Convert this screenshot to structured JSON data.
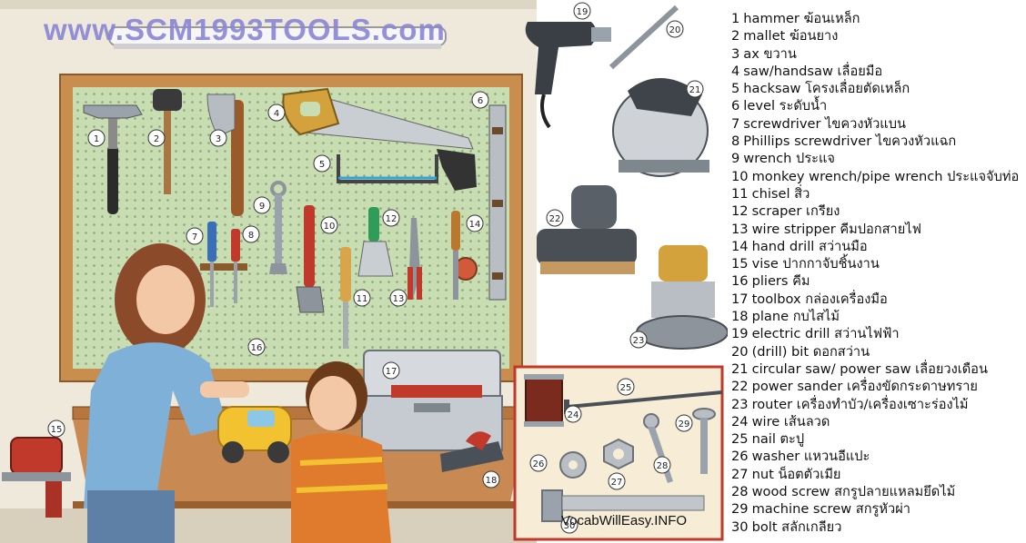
{
  "watermark": "www.SCM1993TOOLS.com",
  "credit": "VocabWillEasy.INFO",
  "vocabulary": [
    {
      "num": "1",
      "text": "hammer  ฆ้อนเหล็ก"
    },
    {
      "num": "2",
      "text": "mallet ฆ้อนยาง"
    },
    {
      "num": "3",
      "text": "ax ขวาน"
    },
    {
      "num": "4",
      "text": "saw/handsaw เลื่อยมือ"
    },
    {
      "num": "5",
      "text": "hacksaw โครงเลื่อยตัดเหล็ก"
    },
    {
      "num": "6",
      "text": "level  ระดับน้ำ"
    },
    {
      "num": "7",
      "text": "screwdriver ไขควงหัวแบน"
    },
    {
      "num": "8",
      "text": "Phillips screwdriver  ไขควงหัวแฉก"
    },
    {
      "num": "9",
      "text": "wrench ประแจ"
    },
    {
      "num": "10",
      "text": "monkey wrench/pipe wrench ประแจจับท่อ"
    },
    {
      "num": "11",
      "text": "chisel สิ่ว"
    },
    {
      "num": "12",
      "text": "scraper เกรียง"
    },
    {
      "num": "13",
      "text": "wire stripper คีมปอกสายไฟ"
    },
    {
      "num": "14",
      "text": "hand drill สว่านมือ"
    },
    {
      "num": "15",
      "text": "vise ปากกาจับชิ้นงาน"
    },
    {
      "num": "16",
      "text": "pliers  คีม"
    },
    {
      "num": "17",
      "text": "toolbox กล่องเครื่องมือ"
    },
    {
      "num": "18",
      "text": "plane กบไสไม้"
    },
    {
      "num": "19",
      "text": "electric drill  สว่านไฟฟ้า"
    },
    {
      "num": "20",
      "text": "(drill) bit ดอกสว่าน"
    },
    {
      "num": "21",
      "text": "circular saw/ power saw  เลื่อยวงเดือน"
    },
    {
      "num": "22",
      "text": "power sander เครื่องขัดกระดาษทราย"
    },
    {
      "num": "23",
      "text": "router เครื่องทำบัว/เครื่องเซาะร่องไม้"
    },
    {
      "num": "24",
      "text": "wire เส้นลวด"
    },
    {
      "num": "25",
      "text": "nail ตะปู"
    },
    {
      "num": "26",
      "text": "washer แหวนอีแปะ"
    },
    {
      "num": "27",
      "text": "nut น็อตตัวเมีย"
    },
    {
      "num": "28",
      "text": "wood screw สกรูปลายแหลมยึดไม้"
    },
    {
      "num": "29",
      "text": "machine screw สกรูหัวผ่า"
    },
    {
      "num": "30",
      "text": "bolt สลักเกลียว"
    }
  ],
  "colors": {
    "pegboard": "#c8ddb2",
    "frame": "#c98d4e",
    "wall": "#efe9dc",
    "bench": "#b8763f",
    "inset_border": "#c0392b",
    "inset_bg": "#f7ecd5"
  }
}
